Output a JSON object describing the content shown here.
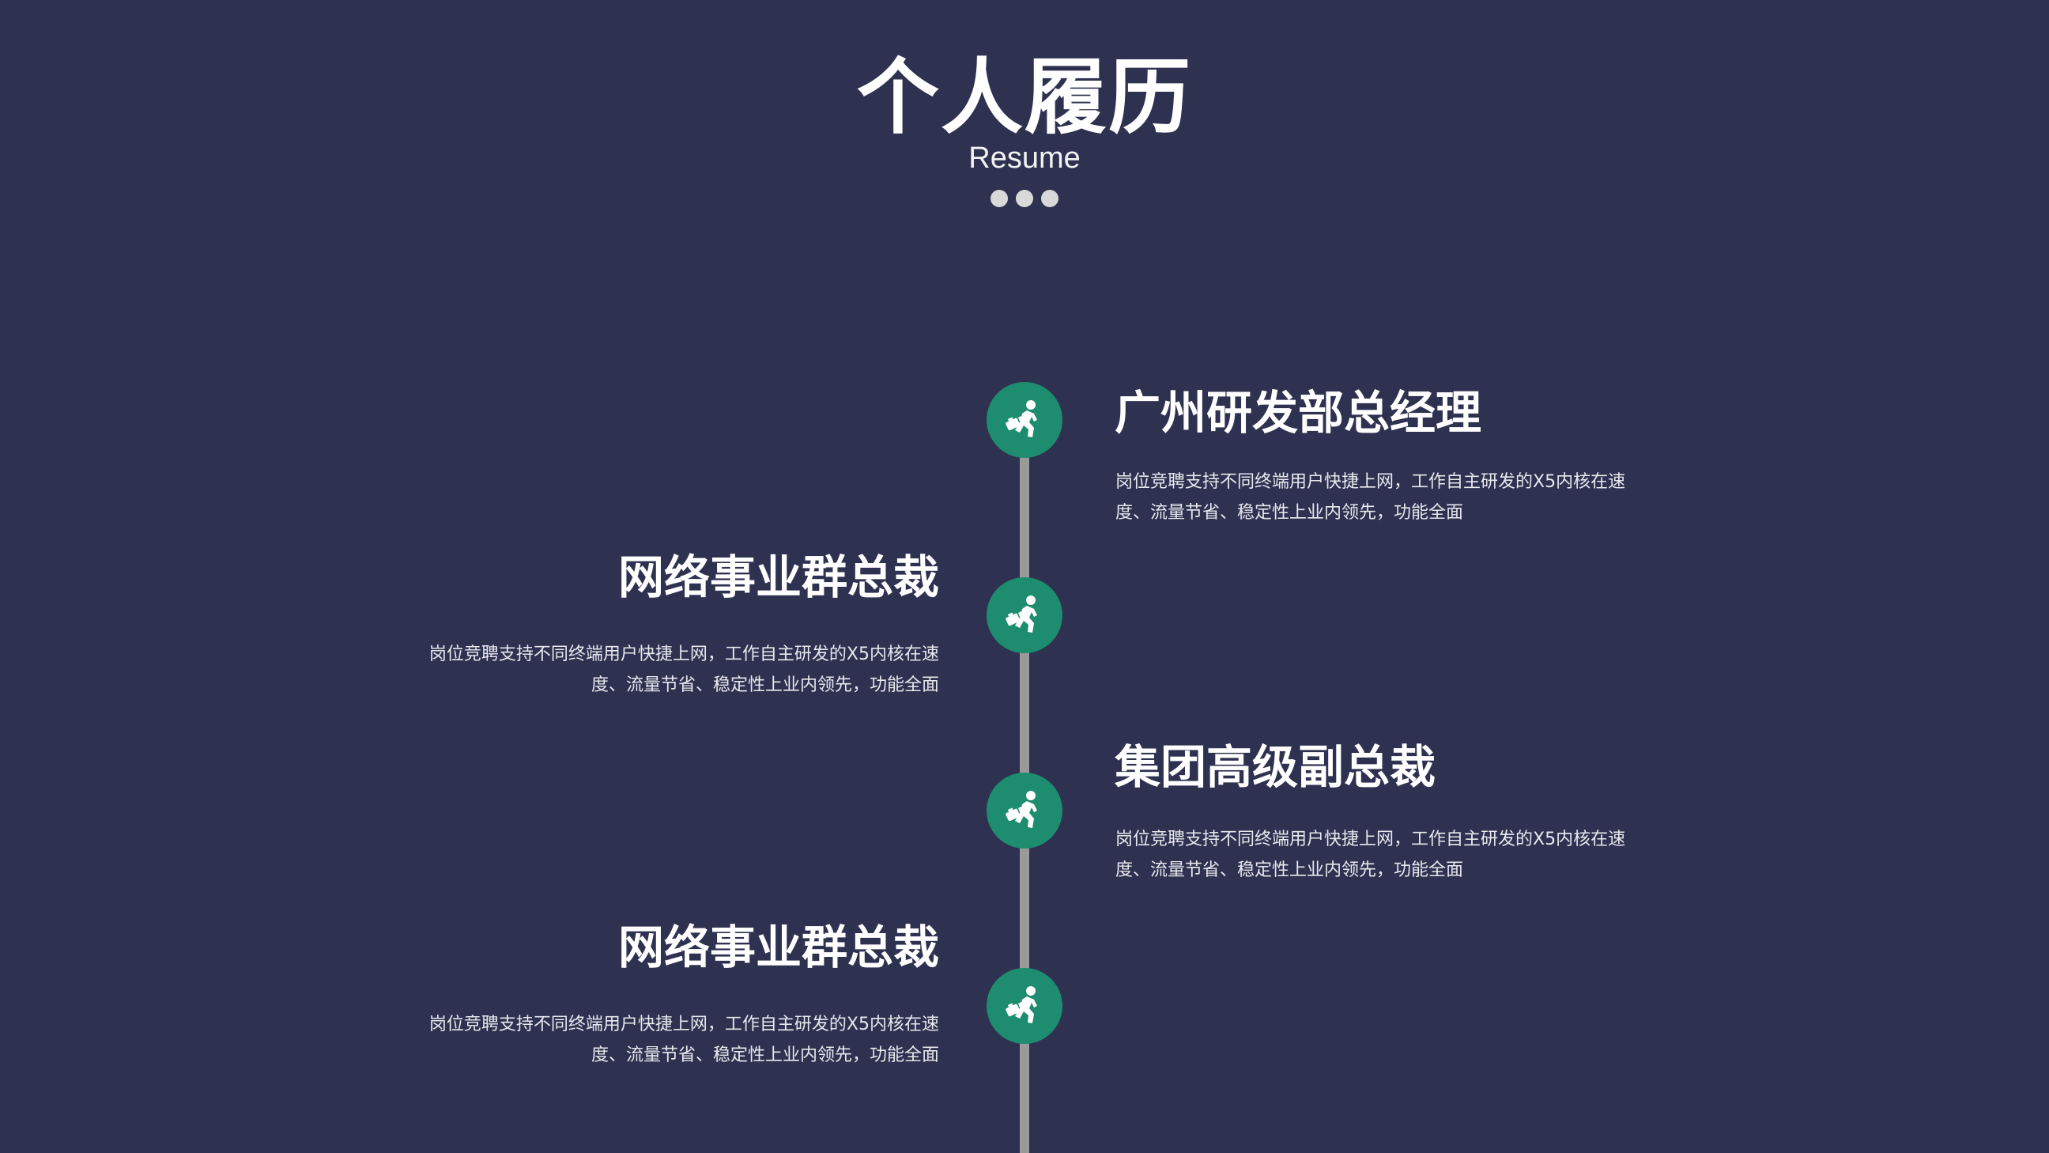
{
  "header": {
    "title": "个人履历",
    "subtitle": "Resume"
  },
  "colors": {
    "background": "#2e3150",
    "node": "#1e8c6e",
    "line": "#9a9a9a",
    "dots": "#d9d9d9"
  },
  "entries": [
    {
      "side": "right",
      "title": "广州研发部总经理",
      "description": "岗位竞聘支持不同终端用户快捷上网，工作自主研发的X5内核在速度、流量节省、稳定性上业内领先，功能全面",
      "icon": "worker-running-with-briefcase-icon"
    },
    {
      "side": "left",
      "title": "网络事业群总裁",
      "description": "岗位竞聘支持不同终端用户快捷上网，工作自主研发的X5内核在速度、流量节省、稳定性上业内领先，功能全面",
      "icon": "worker-running-with-briefcase-icon"
    },
    {
      "side": "right",
      "title": "集团高级副总裁",
      "description": "岗位竞聘支持不同终端用户快捷上网，工作自主研发的X5内核在速度、流量节省、稳定性上业内领先，功能全面",
      "icon": "worker-running-with-briefcase-icon"
    },
    {
      "side": "left",
      "title": "网络事业群总裁",
      "description": "岗位竞聘支持不同终端用户快捷上网，工作自主研发的X5内核在速度、流量节省、稳定性上业内领先，功能全面",
      "icon": "worker-running-with-briefcase-icon"
    }
  ]
}
